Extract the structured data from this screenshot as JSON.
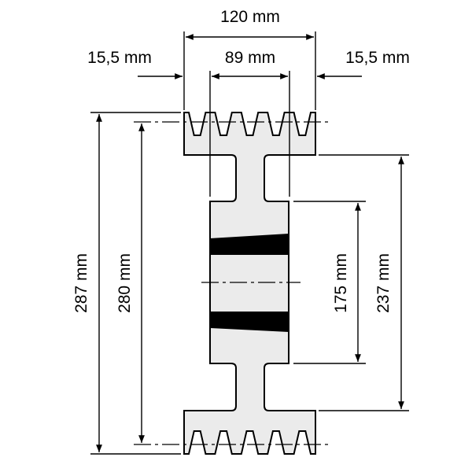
{
  "dimensions": {
    "overall_width": "120 mm",
    "hub_width": "89 mm",
    "left_offset": "15,5 mm",
    "right_offset": "15,5 mm",
    "outer_diameter": "287 mm",
    "pitch_diameter": "280 mm",
    "hub_diameter": "175 mm",
    "rim_inner_diameter": "237 mm"
  },
  "grooves": 5,
  "colors": {
    "body": "#ebebeb",
    "bushing": "#000000"
  }
}
